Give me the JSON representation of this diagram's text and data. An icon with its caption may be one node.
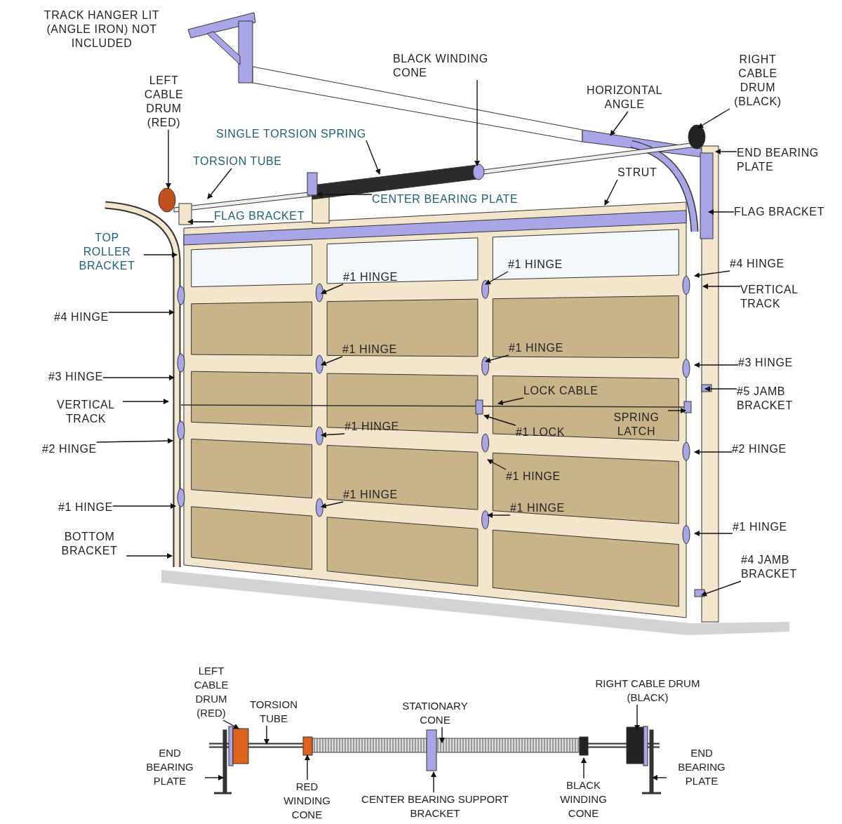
{
  "diagram": {
    "nodes": [
      {
        "text": [
          "BLACK WINDING CONE"
        ]
      },
      {
        "text": [
          "LEFT CABLE DRUM (RED)"
        ]
      },
      {
        "text": [
          "SINGLE TORSION SPRING"
        ]
      },
      {
        "text": [
          "TORSION TUBE"
        ]
      },
      {
        "text": [
          "HORIZONTAL ANGLE"
        ]
      },
      {
        "text": [
          "RIGHT CABLE DRUM (BLACK)"
        ]
      },
      {
        "text": [
          "END BEARING PLATE"
        ]
      },
      {
        "text": [
          "CENTER BEARING PLATE"
        ]
      },
      {
        "text": [
          "FLAG BRACKET"
        ]
      },
      {
        "text": [
          "STRUT"
        ]
      },
      {
        "text": [
          "FLAG BRACKET"
        ]
      },
      {
        "text": [
          "TOP ROLLER BRACKET"
        ]
      },
      {
        "text": [
          "#1 HINGE"
        ]
      },
      {
        "text": [
          "#1 HINGE"
        ]
      },
      {
        "text": [
          "#4 HINGE"
        ]
      },
      {
        "text": [
          "VERTICAL TRACK"
        ]
      },
      {
        "text": [
          "#4 HINGE"
        ]
      },
      {
        "text": [
          "#1 HINGE"
        ]
      },
      {
        "text": [
          "#1 HINGE"
        ]
      },
      {
        "text": [
          "#3 HINGE"
        ]
      },
      {
        "text": [
          "#3 HINGE"
        ]
      },
      {
        "text": [
          "LOCK CABLE"
        ]
      },
      {
        "text": [
          "#5 JAMB BRACKET"
        ]
      },
      {
        "text": [
          "VERTICAL TRACK"
        ]
      },
      {
        "text": [
          "SPRING LATCH"
        ]
      },
      {
        "text": [
          "#1 LOCK"
        ]
      },
      {
        "text": [
          "#1 HINGE"
        ]
      },
      {
        "text": [
          "#2 HINGE"
        ]
      },
      {
        "text": [
          "#2 HINGE"
        ]
      },
      {
        "text": [
          "#1 HINGE"
        ]
      },
      {
        "text": [
          "#1 HINGE"
        ]
      },
      {
        "text": [
          "#1 HINGE"
        ]
      },
      {
        "text": [
          "#1 HINGE"
        ]
      },
      {
        "text": [
          "#1 HINGE"
        ]
      },
      {
        "text": [
          "BOTTOM BRACKET"
        ]
      },
      {
        "text": [
          "#4 JAMB BRACKET"
        ]
      },
      {
        "text": [
          "LEFT CABLE DRUM (RED)"
        ]
      },
      {
        "text": [
          "TORSION TUBE"
        ]
      },
      {
        "text": [
          "STATIONARY CONE"
        ]
      },
      {
        "text": [
          "RIGHT CABLE DRUM (BLACK)"
        ]
      },
      {
        "text": [
          "END BEARING PLATE"
        ]
      },
      {
        "text": [
          "RED WINDING CONE"
        ]
      },
      {
        "text": [
          "CENTER BEARING SUPPORT BRACKET"
        ]
      },
      {
        "text": [
          "BLACK WINDING CONE"
        ]
      },
      {
        "text": [
          "END BEARING PLATE"
        ]
      },
      {
        "text": [],
        "shape": "cylinder"
      },
      {
        "text": [],
        "shape": "bar"
      },
      {
        "text": [],
        "shape": "box"
      },
      {
        "text": [],
        "shape": "cylinder"
      },
      {
        "text": [],
        "shape": "box"
      },
      {
        "text": [],
        "shape": "box"
      },
      {
        "text": [],
        "shape": "circle"
      },
      {
        "text": [],
        "shape": "box"
      },
      {
        "text": [],
        "shape": "circle"
      },
      {
        "text": [],
        "shape": "cylinder"
      },
      {
        "text": [],
        "shape": "box"
      }
    ],
    "edges": [
      {
        "from": 0,
        "to": 51,
        "arrow": "to"
      },
      {
        "from": 1,
        "to": 53,
        "arrow": "to"
      },
      {
        "from": 2,
        "to": 45,
        "arrow": "to"
      },
      {
        "from": 3,
        "to": 46,
        "arrow": "to"
      },
      {
        "from": 4,
        "to": null,
        "arrow": "to"
      },
      {
        "from": 5,
        "to": null,
        "arrow": "to"
      },
      {
        "from": 6,
        "to": null,
        "arrow": "to"
      },
      {
        "from": 7,
        "to": 47,
        "arrow": "to"
      },
      {
        "from": 8,
        "to": 50,
        "arrow": "to"
      },
      {
        "from": 9,
        "to": null,
        "arrow": "to"
      },
      {
        "from": 10,
        "to": null,
        "arrow": "to"
      },
      {
        "from": 11,
        "to": null,
        "arrow": "to"
      },
      {
        "from": 12,
        "to": null,
        "arrow": "to"
      },
      {
        "from": 13,
        "to": null,
        "arrow": "to"
      },
      {
        "from": 14,
        "to": null,
        "arrow": "to"
      },
      {
        "from": 15,
        "to": null,
        "arrow": "to"
      },
      {
        "from": 16,
        "to": null,
        "arrow": "to"
      },
      {
        "from": 17,
        "to": null,
        "arrow": "to"
      },
      {
        "from": 18,
        "to": null,
        "arrow": "to"
      },
      {
        "from": 19,
        "to": null,
        "arrow": "to"
      },
      {
        "from": 20,
        "to": null,
        "arrow": "to"
      },
      {
        "from": 21,
        "to": null,
        "arrow": "to"
      },
      {
        "from": 22,
        "to": null,
        "arrow": "to"
      },
      {
        "from": 23,
        "to": null,
        "arrow": "to"
      },
      {
        "from": 24,
        "to": null,
        "arrow": "to"
      },
      {
        "from": 25,
        "to": null,
        "arrow": "to"
      },
      {
        "from": 26,
        "to": null,
        "arrow": "to"
      },
      {
        "from": 27,
        "to": null,
        "arrow": "to"
      },
      {
        "from": 28,
        "to": null,
        "arrow": "to"
      },
      {
        "from": 29,
        "to": null,
        "arrow": "to"
      },
      {
        "from": 30,
        "to": null,
        "arrow": "to"
      },
      {
        "from": 31,
        "to": null,
        "arrow": "to"
      },
      {
        "from": 32,
        "to": null,
        "arrow": "to"
      },
      {
        "from": 33,
        "to": null,
        "arrow": "to"
      },
      {
        "from": 34,
        "to": null,
        "arrow": "to"
      },
      {
        "from": 35,
        "to": null,
        "arrow": "to"
      },
      {
        "from": 36,
        "to": 48,
        "arrow": "to"
      },
      {
        "from": 37,
        "to": null,
        "arrow": "to"
      },
      {
        "from": 38,
        "to": null,
        "arrow": "to"
      },
      {
        "from": 39,
        "to": 54,
        "arrow": "to"
      },
      {
        "from": 40,
        "to": 52,
        "arrow": "to"
      },
      {
        "from": 41,
        "to": 49,
        "arrow": "to"
      },
      {
        "from": 42,
        "to": null,
        "arrow": "to"
      },
      {
        "from": 43,
        "to": null,
        "arrow": "to"
      },
      {
        "from": 44,
        "to": 55,
        "arrow": "to"
      }
    ],
    "labels": [
      "TRACK HANGER LIT (ANGLE IRON) NOT INCLUDED"
    ]
  }
}
